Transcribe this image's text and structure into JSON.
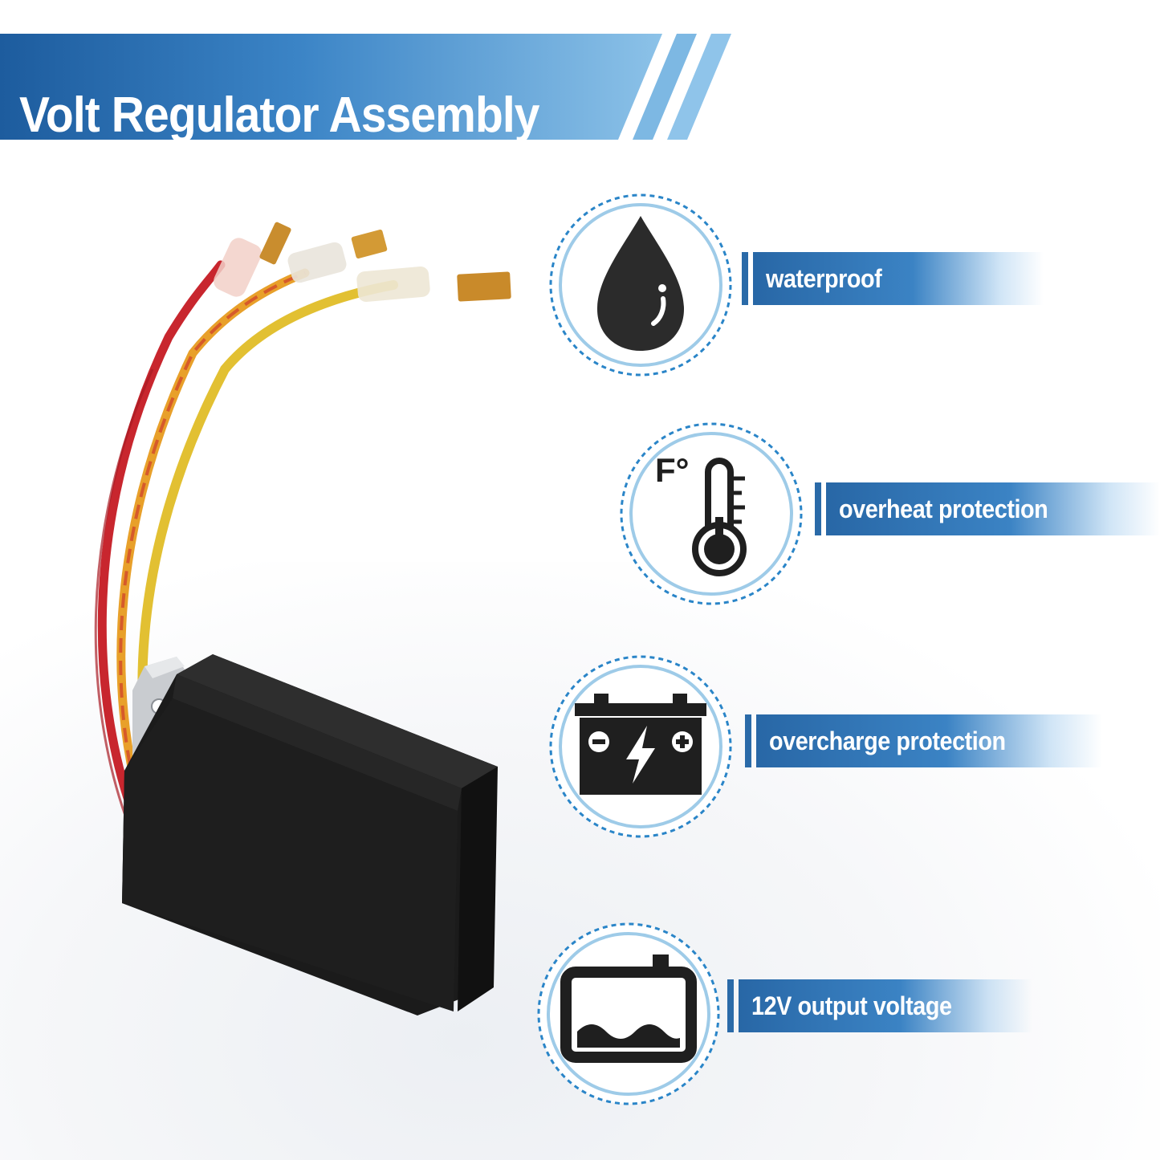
{
  "header": {
    "title": "Volt Regulator Assembly"
  },
  "features": [
    {
      "label": "waterproof",
      "icon": "water-drop-icon"
    },
    {
      "label": "overheat protection",
      "icon": "thermometer-icon",
      "icon_text": "F°"
    },
    {
      "label": "overcharge protection",
      "icon": "battery-charge-icon"
    },
    {
      "label": "12V output voltage",
      "icon": "battery-level-icon"
    }
  ],
  "colors": {
    "banner_dark": "#1d5c9e",
    "banner_light": "#7fb8e2",
    "icon": "#1f1f1f",
    "circle_ring": "#2a85c8"
  }
}
